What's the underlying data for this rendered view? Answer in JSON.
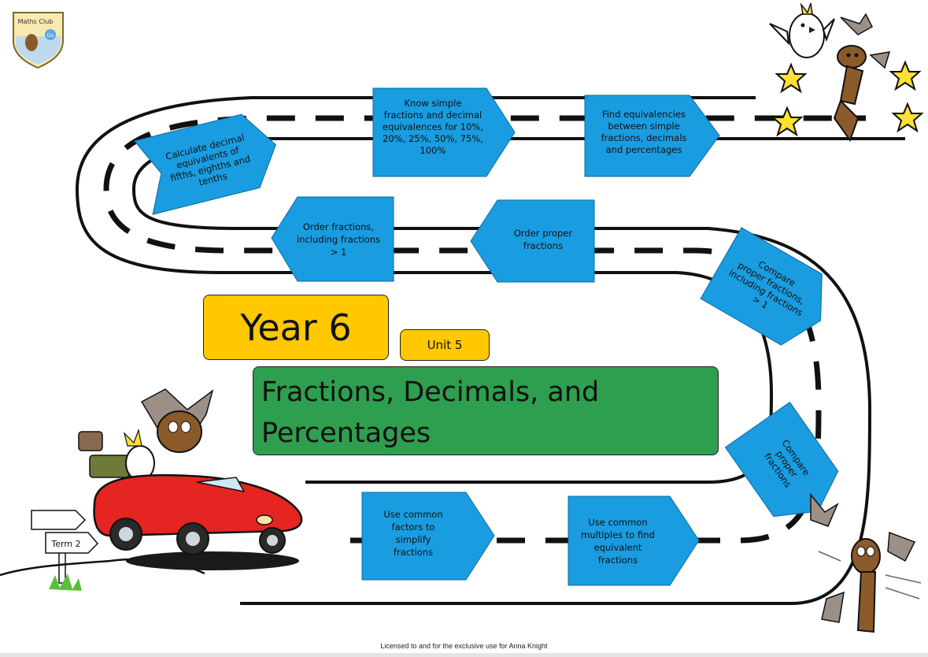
{
  "logo": {
    "text_top": "Maths Club",
    "text_badge": "Do"
  },
  "steps": [
    {
      "lines": [
        "Calculate decimal",
        "equivalents of",
        "fifths, eighths and",
        "tenths"
      ]
    },
    {
      "lines": [
        "Know simple",
        "fractions and decimal",
        "equivalences for 10%,",
        "20%, 25%, 50%, 75%,",
        "100%"
      ]
    },
    {
      "lines": [
        "Find equivalencies",
        "between simple",
        "fractions, decimals",
        "and percentages"
      ]
    },
    {
      "lines": [
        "Order fractions,",
        "including fractions",
        "> 1"
      ]
    },
    {
      "lines": [
        "Order proper",
        "fractions"
      ]
    },
    {
      "lines": [
        "Compare",
        "proper fractions,",
        "including fractions",
        "> 1"
      ]
    },
    {
      "lines": [
        "Compare",
        "proper",
        "fractions"
      ]
    },
    {
      "lines": [
        "Use common",
        "factors to",
        "simplify",
        "fractions"
      ]
    },
    {
      "lines": [
        "Use common",
        "multiples to find",
        "equivalent",
        "fractions"
      ]
    }
  ],
  "year_label": "Year 6",
  "unit_label": "Unit 5",
  "title_line1": "Fractions, Decimals, and",
  "title_line2": "Percentages",
  "signpost_label": "Term 2",
  "license_text": "Licensed to and for the exclusive use for Anna Knight",
  "colors": {
    "step_blue": "#1A9CE0",
    "year_yellow": "#FFC800",
    "title_green": "#2E9E4F",
    "car_red": "#E52521"
  }
}
